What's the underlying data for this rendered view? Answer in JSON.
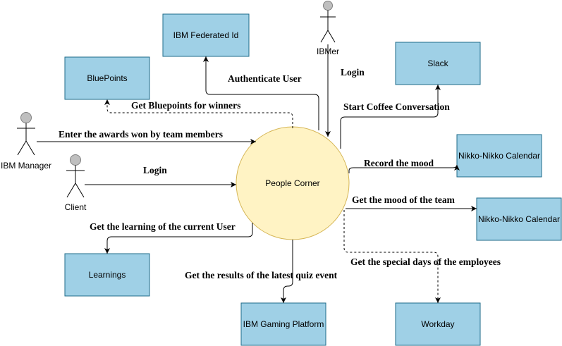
{
  "center": {
    "label": "People Corner"
  },
  "actors": {
    "ibmer": "IBMer",
    "ibm_manager": "IBM Manager",
    "client": "Client"
  },
  "boxes": {
    "federated": "IBM Federated Id",
    "bluepoints": "BluePoints",
    "slack": "Slack",
    "nikko1": "Nikko-Nikko Calendar",
    "nikko2": "Nikko-Nikko Calendar",
    "learnings": "Learnings",
    "gaming": "IBM Gaming Platform",
    "workday": "Workday"
  },
  "edges": {
    "authenticate": "Authenticate User",
    "ibmer_login": "Login",
    "bluepoints": "Get Bluepoints for winners",
    "coffee": "Start Coffee Conversation",
    "awards": "Enter the awards won by team members",
    "mood_record": "Record the mood",
    "client_login": "Login",
    "mood_team": "Get the mood  of  the team",
    "learning": "Get the learning of the current User",
    "special_days": "Get the special days of the employees",
    "quiz": "Get the results of the latest quiz event"
  }
}
